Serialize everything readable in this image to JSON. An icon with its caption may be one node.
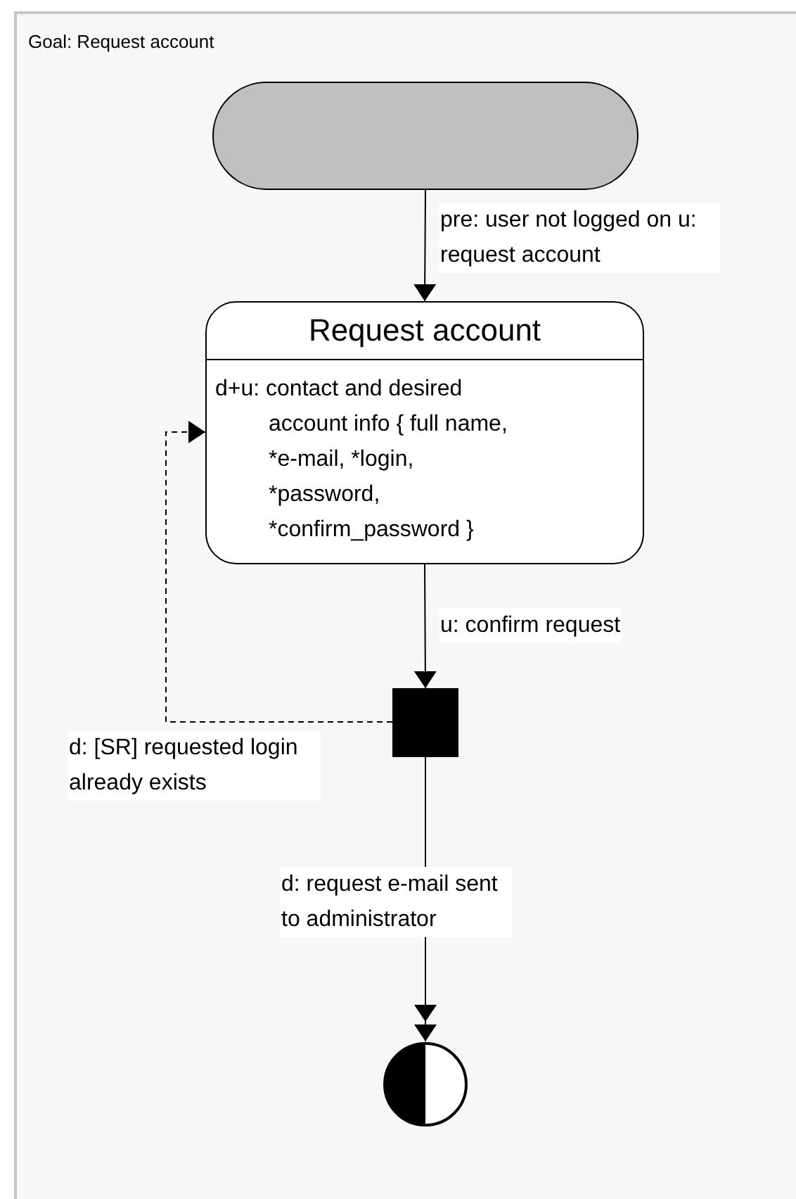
{
  "diagram": {
    "nodes": [
      {
        "text": [
          "Goal: Request account"
        ]
      },
      {
        "text": [],
        "shape": "box",
        "in": 0
      },
      {
        "text": [
          "Request account",
          "d+u: contact and desired account info { full name, *e-mail, *login, *password, *confirm_password }"
        ],
        "in": 0
      },
      {
        "text": [],
        "shape": "box",
        "in": 0
      },
      {
        "text": [],
        "shape": "circle",
        "in": 0
      }
    ],
    "edges": [
      {
        "from": 1,
        "to": 2,
        "arrow": "to",
        "label": "pre: user not logged on u: request account"
      },
      {
        "from": 2,
        "to": 3,
        "arrow": "to",
        "label": "u: confirm request"
      },
      {
        "from": 3,
        "to": 2,
        "arrow": "to",
        "style": "dashed",
        "label": "d: [SR] requested login already exists"
      },
      {
        "from": 3,
        "to": 4,
        "arrow": "to",
        "label": "d: request e-mail sent to administrator"
      }
    ]
  }
}
